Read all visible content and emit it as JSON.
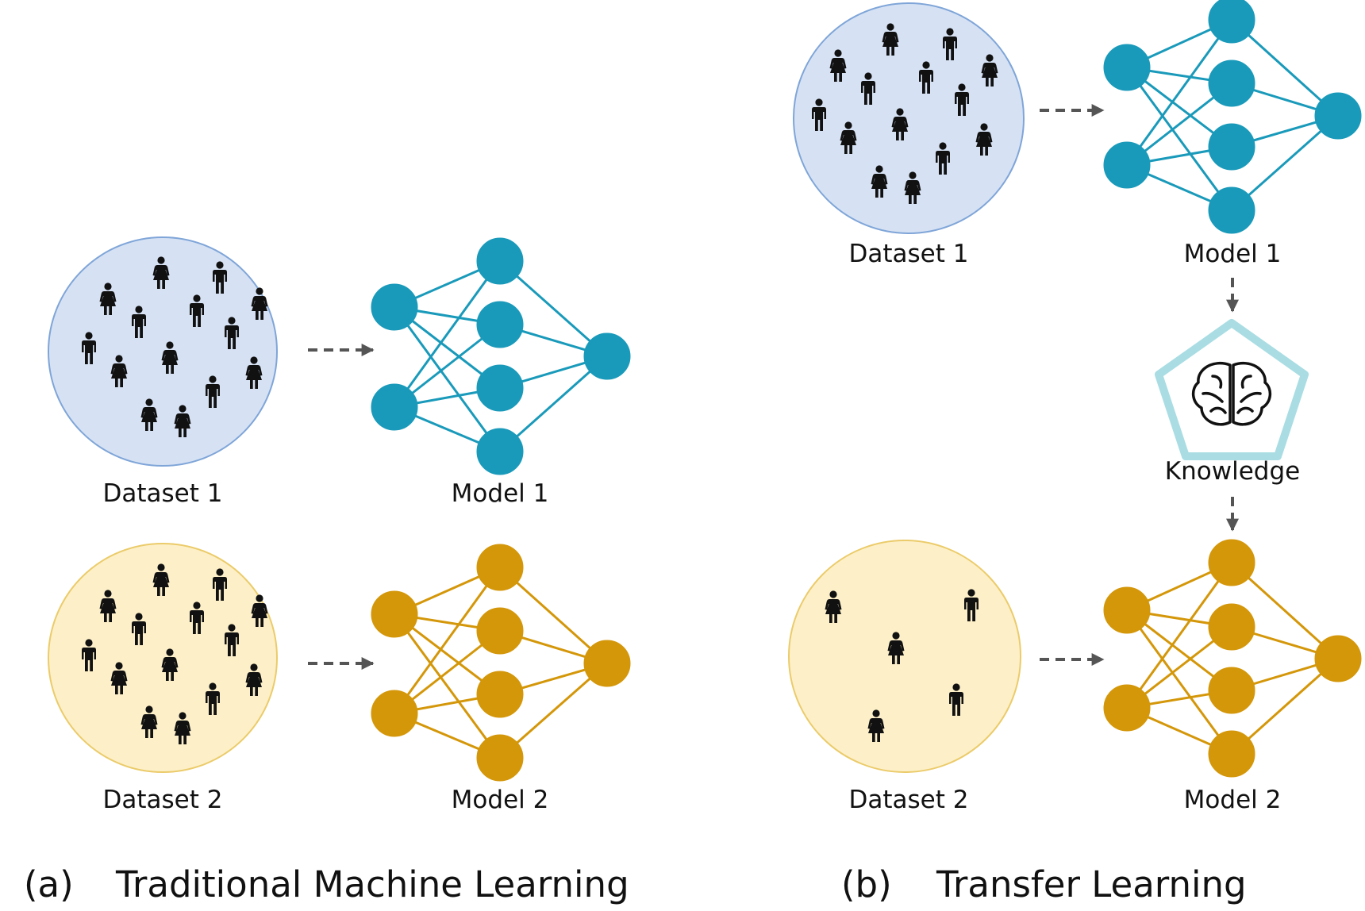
{
  "colors": {
    "blue_node": "#1a9aba",
    "gold_node": "#d4970a",
    "blue_circle_fill": "#d6e2f4",
    "blue_circle_stroke": "#7fa5d8",
    "gold_circle_fill": "#fdf0c8",
    "gold_circle_stroke": "#ebcb6a",
    "arrow": "#555555",
    "pentagon": "#a9dde3"
  },
  "panel_a": {
    "marker": "(a)",
    "title": "Traditional Machine Learning",
    "dataset1_label": "Dataset 1",
    "model1_label": "Model 1",
    "dataset2_label": "Dataset 2",
    "model2_label": "Model 2"
  },
  "panel_b": {
    "marker": "(b)",
    "title": "Transfer Learning",
    "dataset1_label": "Dataset 1",
    "model1_label": "Model 1",
    "knowledge_label": "Knowledge",
    "knowledge_icon": "brain-icon",
    "dataset2_label": "Dataset 2",
    "model2_label": "Model 2"
  },
  "icons": {
    "person": "person-icon"
  }
}
